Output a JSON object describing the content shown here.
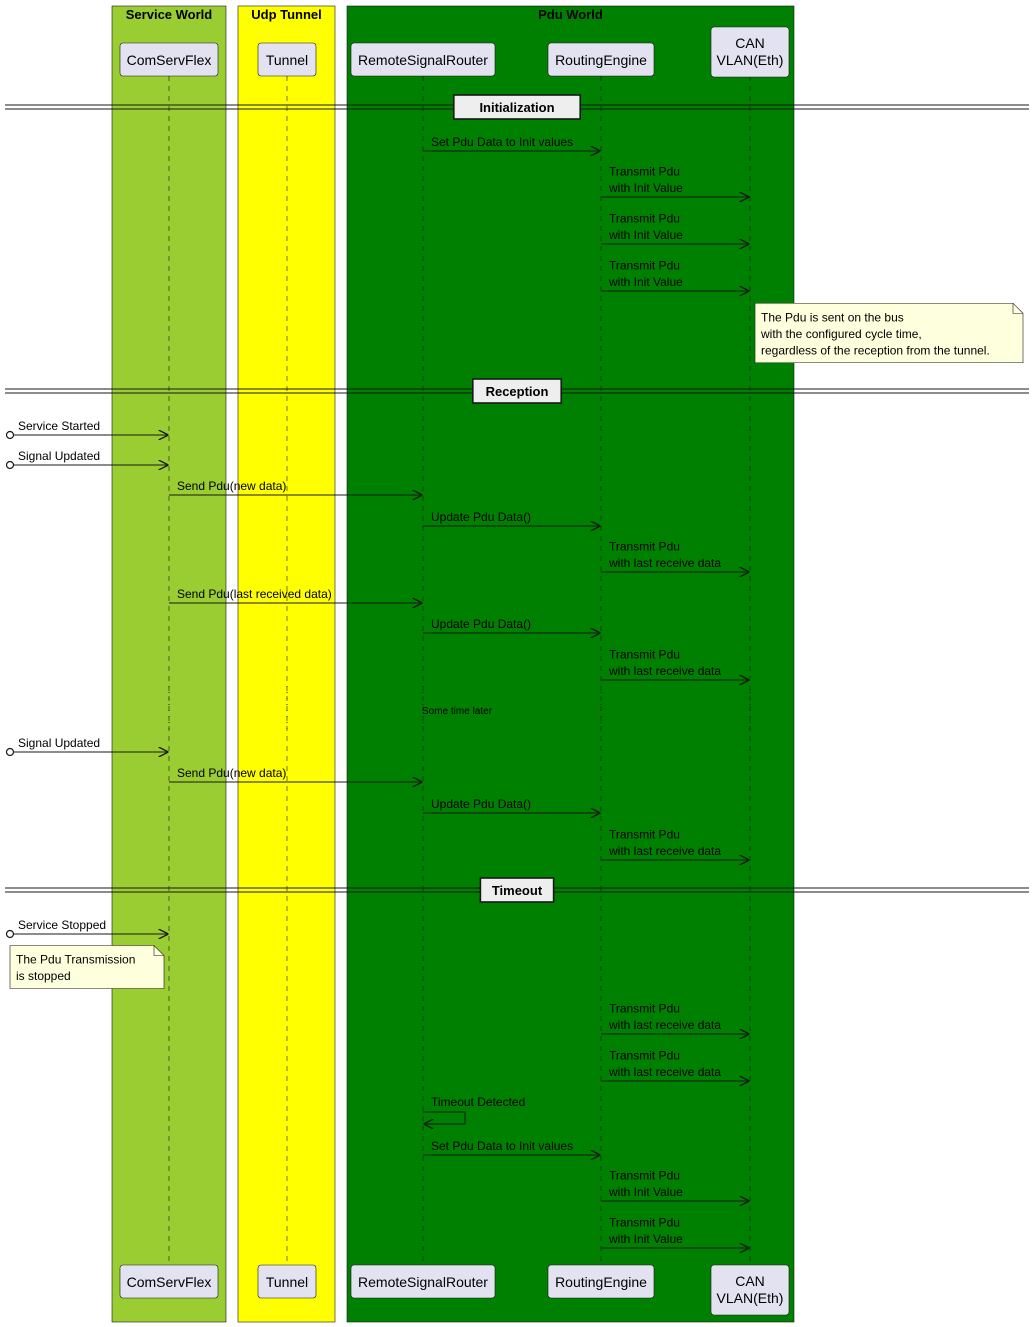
{
  "boxes": [
    {
      "title": "Service World",
      "color": "#9ACD32"
    },
    {
      "title": "Udp Tunnel",
      "color": "#FFFF00"
    },
    {
      "title": "Pdu World",
      "color": "#008000"
    }
  ],
  "participants": [
    {
      "id": "csf",
      "label": [
        "ComServFlex"
      ]
    },
    {
      "id": "tun",
      "label": [
        "Tunnel"
      ]
    },
    {
      "id": "rsr",
      "label": [
        "RemoteSignalRouter"
      ]
    },
    {
      "id": "re",
      "label": [
        "RoutingEngine"
      ]
    },
    {
      "id": "can",
      "label": [
        "CAN",
        "VLAN(Eth)"
      ]
    }
  ],
  "events": [
    {
      "type": "divider",
      "label": "Initialization"
    },
    {
      "type": "msg",
      "from": "rsr",
      "to": "re",
      "text": [
        "Set Pdu Data to Init values"
      ]
    },
    {
      "type": "msg",
      "from": "re",
      "to": "can",
      "text": [
        "Transmit Pdu",
        " with Init Value"
      ]
    },
    {
      "type": "msg",
      "from": "re",
      "to": "can",
      "text": [
        "Transmit Pdu",
        " with Init Value"
      ]
    },
    {
      "type": "msg",
      "from": "re",
      "to": "can",
      "text": [
        "Transmit Pdu",
        " with Init Value"
      ]
    },
    {
      "type": "note",
      "anchor": "can",
      "text": [
        "The Pdu is sent on the bus",
        "with the configured cycle time,",
        "regardless of the reception from the tunnel."
      ]
    },
    {
      "type": "divider",
      "label": "Reception"
    },
    {
      "type": "found",
      "to": "csf",
      "text": [
        "Service Started"
      ]
    },
    {
      "type": "found",
      "to": "csf",
      "text": [
        "Signal Updated"
      ]
    },
    {
      "type": "msg",
      "from": "csf",
      "to": "rsr",
      "text": [
        "Send Pdu(new data)"
      ]
    },
    {
      "type": "msg",
      "from": "rsr",
      "to": "re",
      "text": [
        "Update Pdu Data()"
      ]
    },
    {
      "type": "msg",
      "from": "re",
      "to": "can",
      "text": [
        "Transmit Pdu",
        " with last receive data"
      ]
    },
    {
      "type": "msg",
      "from": "csf",
      "to": "rsr",
      "text": [
        "Send Pdu(last received data)"
      ]
    },
    {
      "type": "msg",
      "from": "rsr",
      "to": "re",
      "text": [
        "Update Pdu Data()"
      ]
    },
    {
      "type": "msg",
      "from": "re",
      "to": "can",
      "text": [
        "Transmit Pdu",
        " with last receive data"
      ]
    },
    {
      "type": "delay",
      "text": "Some time later"
    },
    {
      "type": "found",
      "to": "csf",
      "text": [
        "Signal Updated"
      ]
    },
    {
      "type": "msg",
      "from": "csf",
      "to": "rsr",
      "text": [
        "Send Pdu(new data)"
      ]
    },
    {
      "type": "msg",
      "from": "rsr",
      "to": "re",
      "text": [
        "Update Pdu Data()"
      ]
    },
    {
      "type": "msg",
      "from": "re",
      "to": "can",
      "text": [
        "Transmit Pdu",
        " with last receive data"
      ]
    },
    {
      "type": "divider",
      "label": "Timeout"
    },
    {
      "type": "found",
      "to": "csf",
      "text": [
        "Service Stopped"
      ]
    },
    {
      "type": "note",
      "anchor": "left",
      "text": [
        "The Pdu Transmission",
        "is stopped"
      ]
    },
    {
      "type": "msg",
      "from": "re",
      "to": "can",
      "text": [
        "Transmit Pdu",
        " with last receive data"
      ]
    },
    {
      "type": "msg",
      "from": "re",
      "to": "can",
      "text": [
        "Transmit Pdu",
        " with last receive data"
      ]
    },
    {
      "type": "self",
      "on": "rsr",
      "text": [
        "Timeout Detected"
      ]
    },
    {
      "type": "msg",
      "from": "rsr",
      "to": "re",
      "text": [
        "Set Pdu Data to Init values"
      ]
    },
    {
      "type": "msg",
      "from": "re",
      "to": "can",
      "text": [
        "Transmit Pdu",
        " with Init Value"
      ]
    },
    {
      "type": "msg",
      "from": "re",
      "to": "can",
      "text": [
        "Transmit Pdu",
        " with Init Value"
      ]
    }
  ]
}
